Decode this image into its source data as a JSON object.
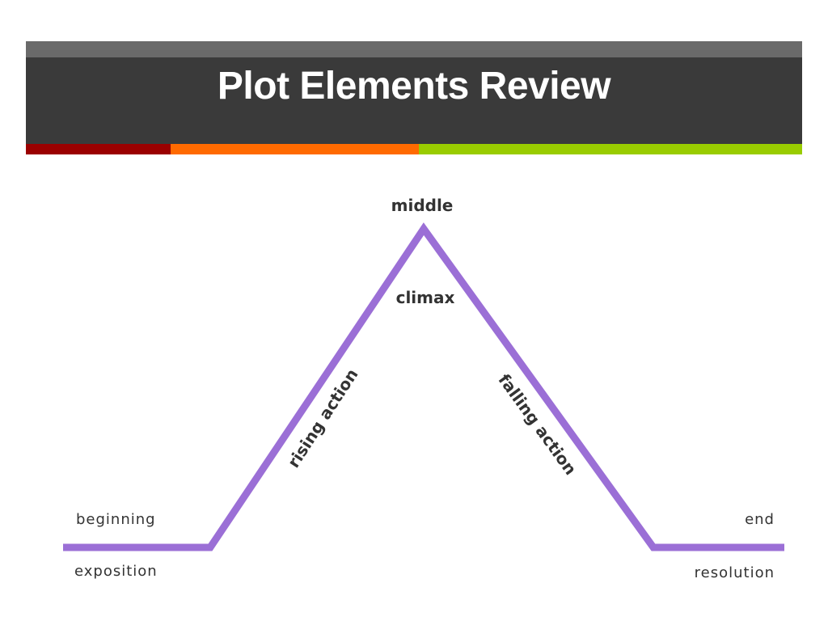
{
  "slide": {
    "title": "Plot Elements Review"
  },
  "colors": {
    "title_bar": "#3a3a3a",
    "title_top_strip": "#6a6a6a",
    "strip_red": "#9b0000",
    "strip_orange": "#ff6a00",
    "strip_green": "#99cc00",
    "plot_line": "#9b6fd6",
    "label_text": "#333333"
  },
  "diagram": {
    "top_label": "middle",
    "peak_label": "climax",
    "rising_label": "rising action",
    "falling_label": "falling action",
    "left_upper_label": "beginning",
    "left_lower_label": "exposition",
    "right_upper_label": "end",
    "right_lower_label": "resolution"
  }
}
